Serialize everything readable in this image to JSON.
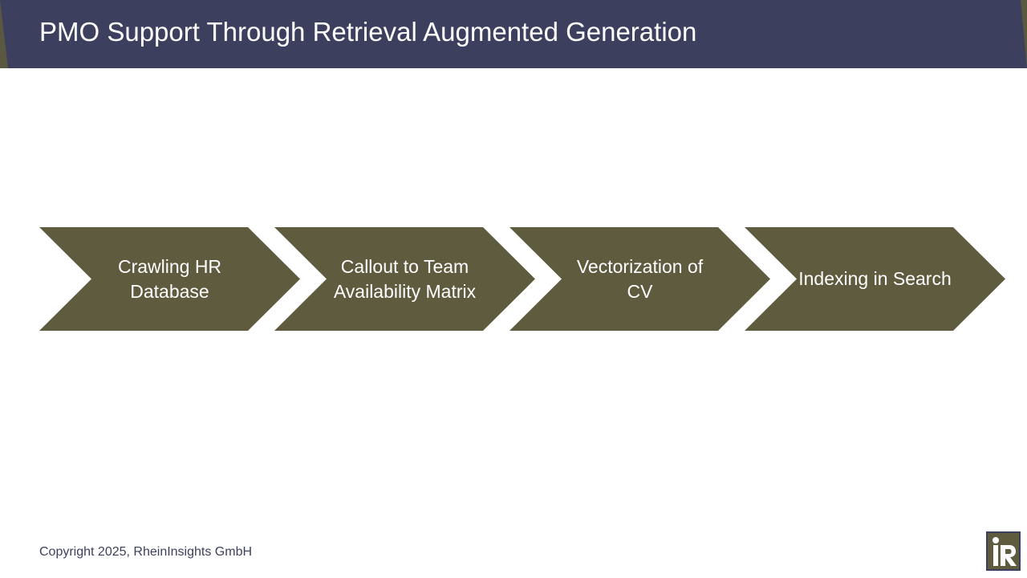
{
  "header": {
    "title": "PMO Support Through Retrieval Augmented Generation"
  },
  "process": {
    "steps": [
      {
        "label": "Crawling HR Database"
      },
      {
        "label": "Callout to Team Availability Matrix"
      },
      {
        "label": "Vectorization of CV"
      },
      {
        "label": "Indexing in Search"
      }
    ]
  },
  "footer": {
    "copyright": "Copyright 2025, RheinInsights GmbH"
  },
  "logo": {
    "icon": "rheininsights-logo"
  },
  "colors": {
    "header_bg": "#3d3f5e",
    "accent": "#5e5b3e",
    "text_light": "#ffffff",
    "text_dark": "#3d3f5e"
  }
}
